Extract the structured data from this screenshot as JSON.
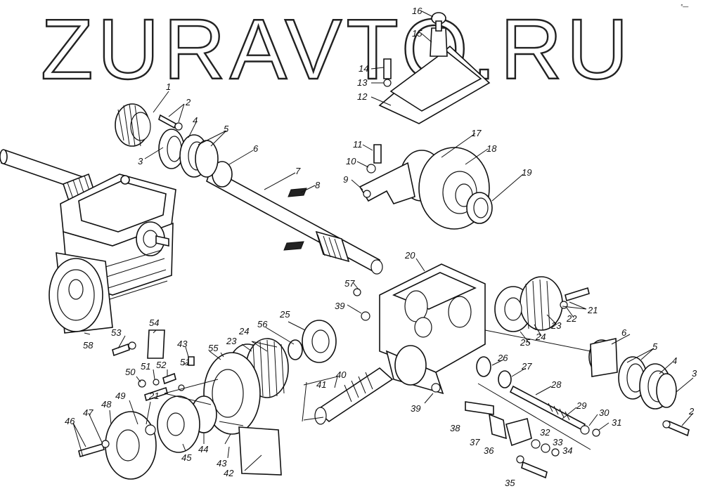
{
  "watermark": "ZURAVTO.RU",
  "corner_mark": "°—",
  "labels": [
    "1",
    "2",
    "3",
    "4",
    "5",
    "6",
    "7",
    "8",
    "9",
    "10",
    "11",
    "12",
    "13",
    "14",
    "15",
    "16",
    "17",
    "18",
    "19",
    "20",
    "21",
    "22",
    "23",
    "24",
    "25",
    "26",
    "27",
    "28",
    "29",
    "30",
    "31",
    "32",
    "33",
    "34",
    "35",
    "36",
    "37",
    "38",
    "39",
    "40",
    "41",
    "42",
    "43",
    "44",
    "45",
    "46",
    "47",
    "48",
    "49",
    "50",
    "51",
    "52",
    "53",
    "54",
    "55",
    "56",
    "57",
    "58"
  ]
}
